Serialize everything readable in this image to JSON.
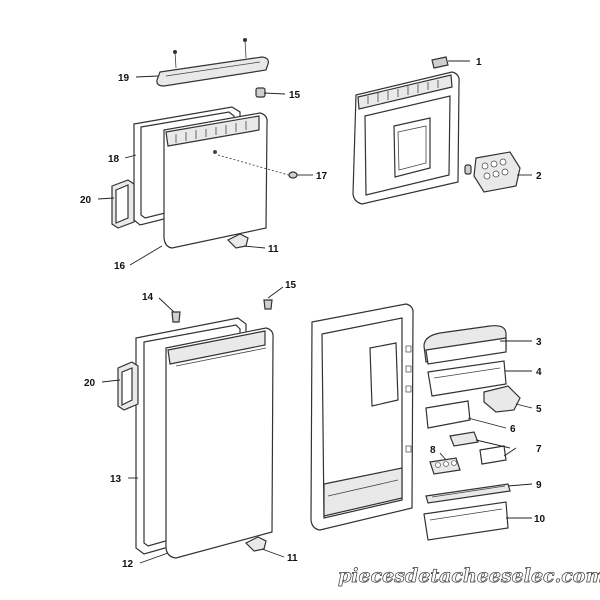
{
  "callouts": [
    {
      "id": "c1",
      "label": "1"
    },
    {
      "id": "c2",
      "label": "2"
    },
    {
      "id": "c3",
      "label": "3"
    },
    {
      "id": "c4",
      "label": "4"
    },
    {
      "id": "c5",
      "label": "5"
    },
    {
      "id": "c6",
      "label": "6"
    },
    {
      "id": "c7",
      "label": "7"
    },
    {
      "id": "c8",
      "label": "8"
    },
    {
      "id": "c9",
      "label": "9"
    },
    {
      "id": "c10",
      "label": "10"
    },
    {
      "id": "c11a",
      "label": "11"
    },
    {
      "id": "c11b",
      "label": "11"
    },
    {
      "id": "c12",
      "label": "12"
    },
    {
      "id": "c13",
      "label": "13"
    },
    {
      "id": "c14",
      "label": "14"
    },
    {
      "id": "c15a",
      "label": "15"
    },
    {
      "id": "c15b",
      "label": "15"
    },
    {
      "id": "c16",
      "label": "16"
    },
    {
      "id": "c17",
      "label": "17"
    },
    {
      "id": "c18",
      "label": "18"
    },
    {
      "id": "c19",
      "label": "19"
    },
    {
      "id": "c20a",
      "label": "20"
    },
    {
      "id": "c20b",
      "label": "20"
    }
  ],
  "watermark": "piecesdetacheeselec.com"
}
